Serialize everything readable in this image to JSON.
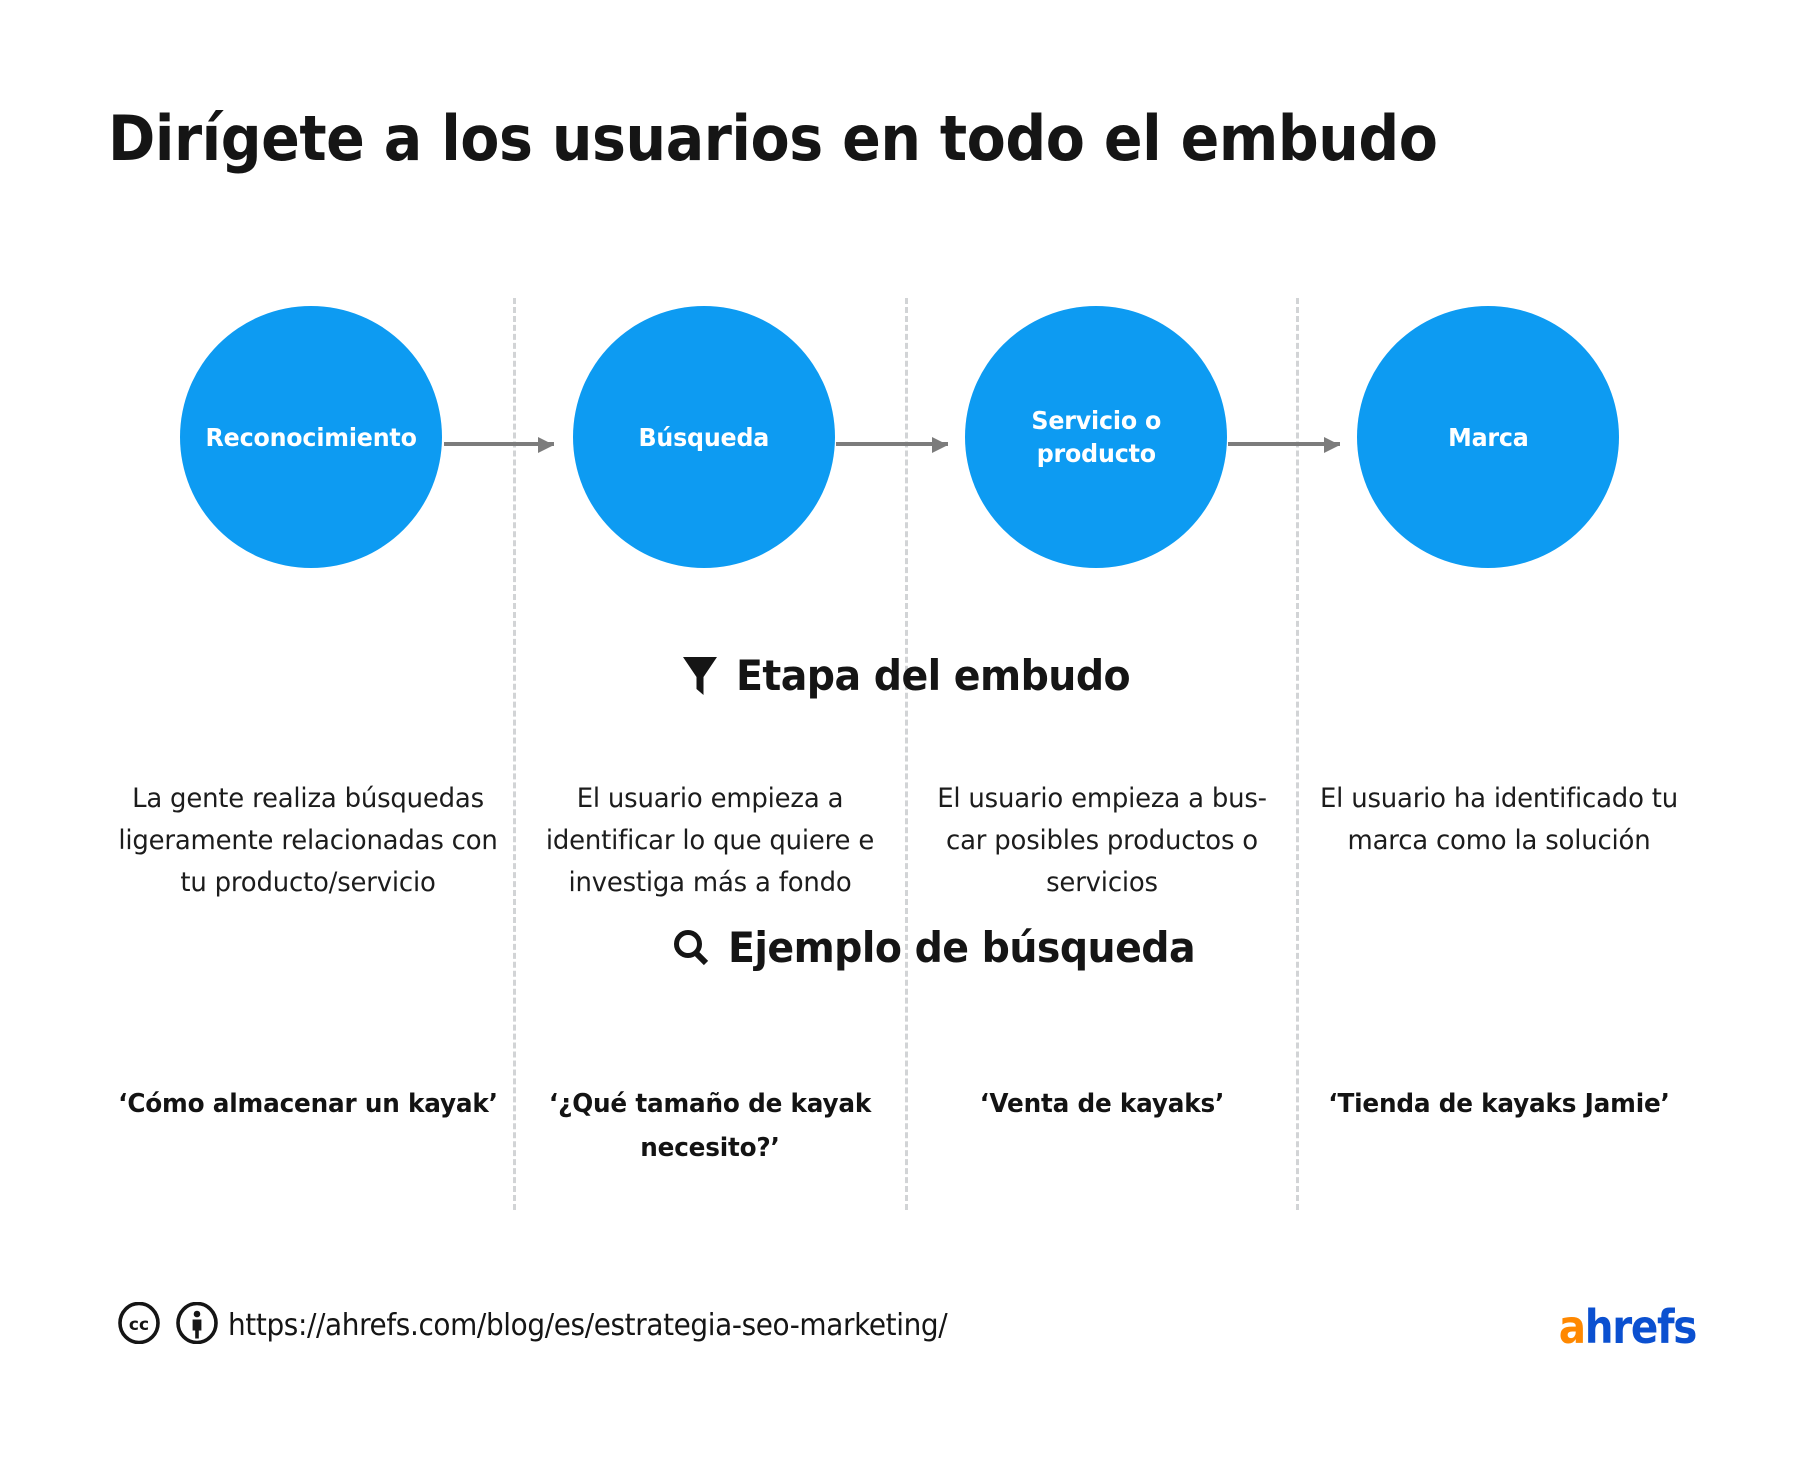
{
  "title": "Dirígete a los usuarios en todo el embudo",
  "theme": {
    "circle_blue": "#0d9bf2",
    "arrow_gray": "#7c7c7c",
    "divider_gray": "#d2d4d6",
    "text_black": "#151515",
    "logo_orange": "#ff8800",
    "logo_blue": "#0b50d0",
    "background": "#ffffff"
  },
  "stages": [
    {
      "label": "Reconocimiento"
    },
    {
      "label": "Búsqueda"
    },
    {
      "label": "Servicio o\nproducto"
    },
    {
      "label": "Marca"
    }
  ],
  "sections": {
    "funnel_stage": {
      "icon": "funnel-icon",
      "label": "Etapa del embudo",
      "items": [
        "La gente realiza búsquedas ligeramente relacionadas con tu producto/servicio",
        "El usuario empieza a identificar lo que quiere e investiga más a fondo",
        "El usuario empieza a bus-car posibles productos o servicios",
        "El usuario ha identificado tu marca como la solución"
      ]
    },
    "search_example": {
      "icon": "search-icon",
      "label": "Ejemplo de búsqueda",
      "items": [
        "‘Cómo almacenar un kayak’",
        "‘¿Qué tamaño de kayak necesito?’",
        "‘Venta de kayaks’",
        "‘Tienda de kayaks Jamie’"
      ]
    }
  },
  "footer": {
    "license_icons": [
      "cc-icon",
      "cc-by-icon"
    ],
    "url": "https://ahrefs.com/blog/es/estrategia-seo-marketing/",
    "logo": {
      "accent": "a",
      "rest": "hrefs"
    }
  }
}
